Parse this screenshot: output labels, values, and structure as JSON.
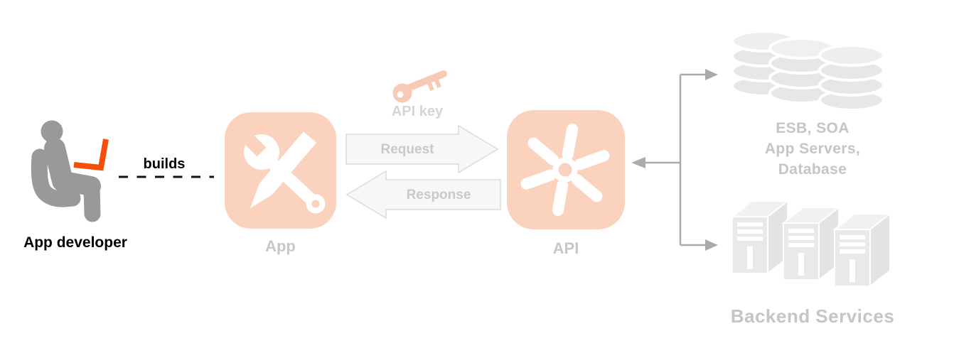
{
  "colors": {
    "accent_salmon": "#fbd2be",
    "laptop_orange": "#f4500c",
    "person_gray": "#999999",
    "node_label_gray": "#c7c7c7",
    "backend_text_gray": "#c5c5c5",
    "arrow_fill": "#f7f7f7",
    "arrow_border": "#dcdcdc",
    "connector_gray": "#ababab",
    "shape_gray": "#e9e9e9",
    "text_black": "#000000"
  },
  "nodes": {
    "developer": {
      "label": "App developer"
    },
    "app": {
      "label": "App"
    },
    "api": {
      "label": "API"
    },
    "api_key": {
      "label": "API key"
    },
    "backend_systems": {
      "lines": [
        "ESB, SOA",
        "App Servers,",
        "Database"
      ]
    },
    "backend_services": {
      "label": "Backend Services"
    }
  },
  "edges": {
    "builds": {
      "label": "builds"
    },
    "request": {
      "label": "Request"
    },
    "response": {
      "label": "Response"
    }
  }
}
